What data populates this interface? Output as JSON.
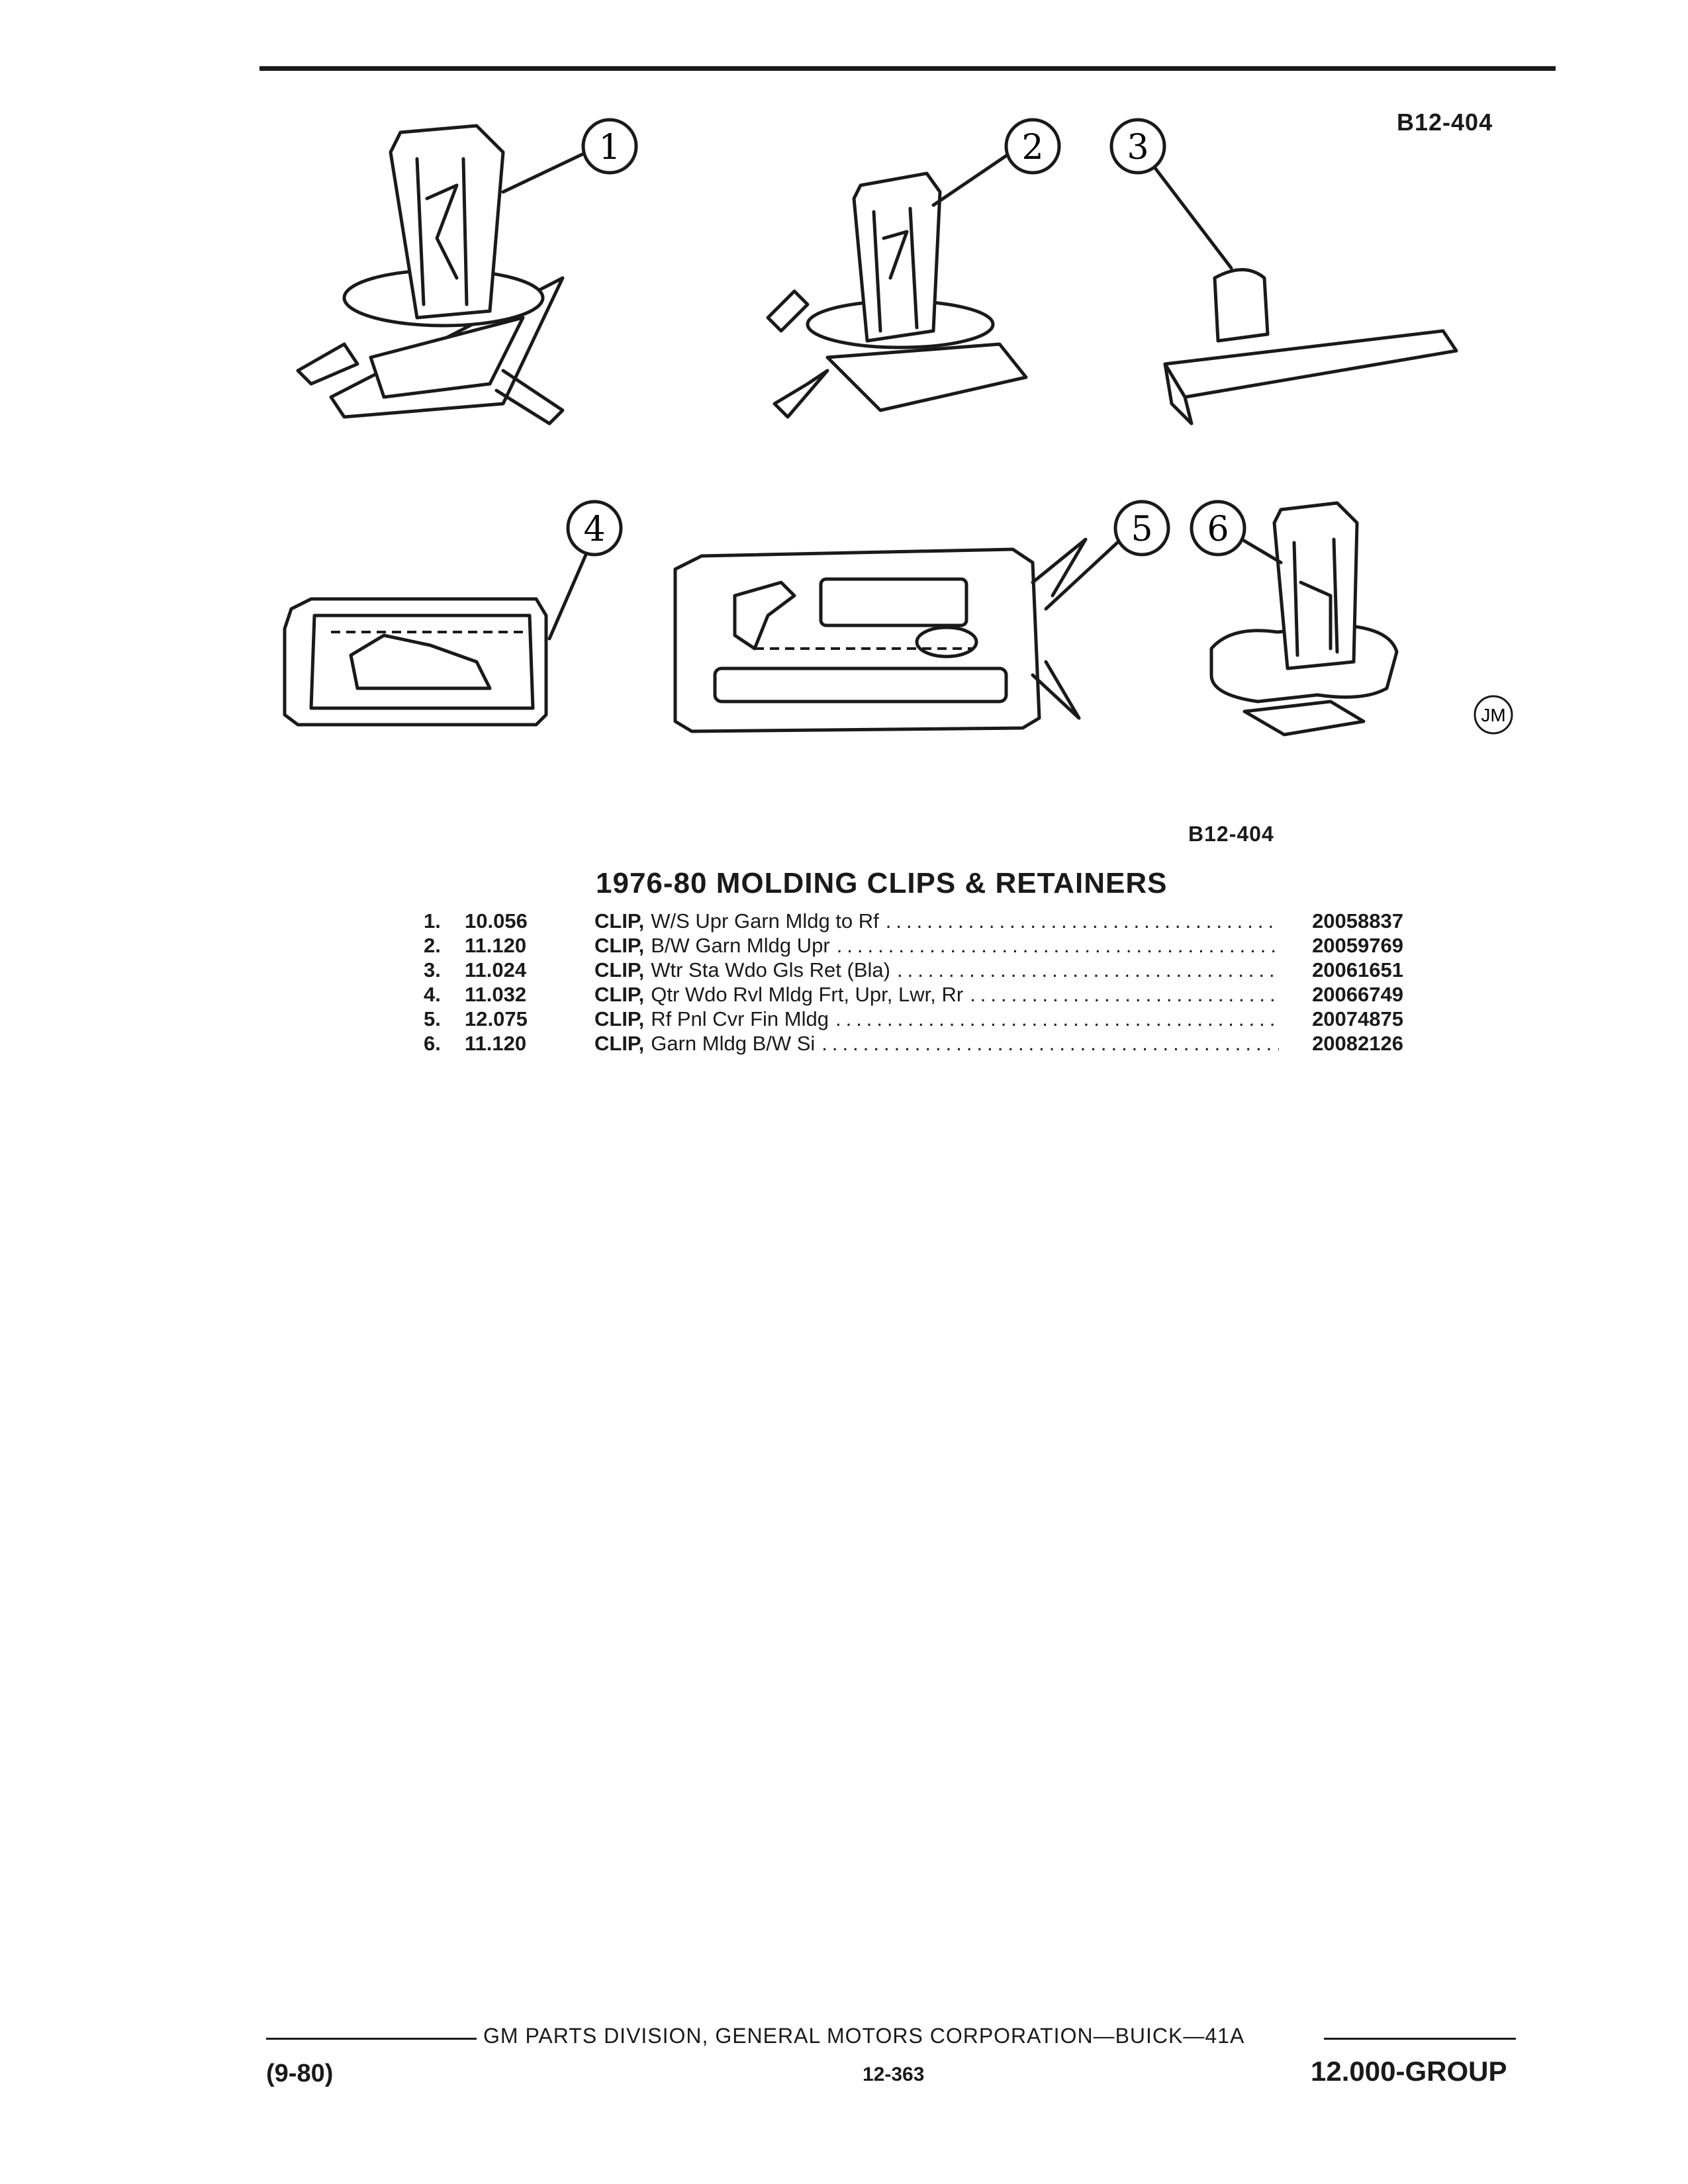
{
  "figure": {
    "code_top": "B12-404",
    "code_bottom": "B12-404",
    "artist_mark": "JM",
    "callouts": [
      "1",
      "2",
      "3",
      "4",
      "5",
      "6"
    ]
  },
  "parts_list": {
    "title": "1976-80 MOLDING CLIPS & RETAINERS",
    "items": [
      {
        "index": "1.",
        "code": "10.056",
        "name": "CLIP,",
        "desc": "W/S Upr Garn Mldg to Rf",
        "part_no": "20058837"
      },
      {
        "index": "2.",
        "code": "11.120",
        "name": "CLIP,",
        "desc": "B/W Garn Mldg Upr",
        "part_no": "20059769"
      },
      {
        "index": "3.",
        "code": "11.024",
        "name": "CLIP,",
        "desc": "Wtr Sta Wdo Gls Ret (Bla)",
        "part_no": "20061651"
      },
      {
        "index": "4.",
        "code": "11.032",
        "name": "CLIP,",
        "desc": "Qtr Wdo Rvl Mldg Frt, Upr, Lwr, Rr",
        "part_no": "20066749"
      },
      {
        "index": "5.",
        "code": "12.075",
        "name": "CLIP,",
        "desc": "Rf Pnl Cvr Fin Mldg",
        "part_no": "20074875"
      },
      {
        "index": "6.",
        "code": "11.120",
        "name": "CLIP,",
        "desc": "Garn Mldg B/W Si",
        "part_no": "20082126"
      }
    ]
  },
  "footer": {
    "publisher": "GM PARTS DIVISION, GENERAL MOTORS CORPORATION—BUICK—41A",
    "date": "(9-80)",
    "page": "12-363",
    "group": "12.000-GROUP"
  }
}
